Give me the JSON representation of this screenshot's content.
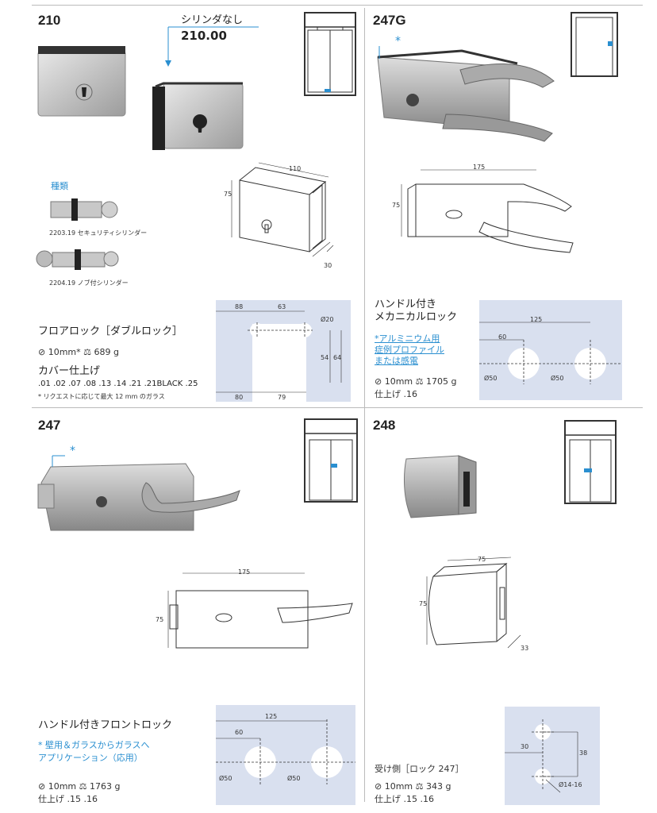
{
  "sections": {
    "s210": {
      "code": "210",
      "price_label": "シリンダなし",
      "price": "210.00",
      "variants_title": "種類",
      "variant1": "2203.19 セキュリティシリンダー",
      "variant2": "2204.19 ノブ付シリンダー",
      "name": "フロアロック［ダブルロック］",
      "spec_glass": "10mm*",
      "spec_weight": "689 g",
      "cover_title": "カバー仕上げ",
      "finishes": ".01 .02 .07 .08 .13 .14 .21 .21BLACK .25",
      "note": "* リクエストに応じて最大 12 mm のガラス",
      "dims": {
        "w": "110",
        "h": "75",
        "d": "30"
      },
      "cut": {
        "a": "88",
        "b": "63",
        "c": "Ø20",
        "d": "54",
        "e": "64",
        "f": "80",
        "g": "79"
      }
    },
    "s247g": {
      "code": "247G",
      "star": "*",
      "name_line1": "ハンドル付き",
      "name_line2": "メカニカルロック",
      "note1": "*アルミニウム用",
      "note2": "症例プロファイル",
      "note3": "または感電",
      "spec_glass": "10mm",
      "spec_weight": "1705 g",
      "finish": "仕上げ .16",
      "dims": {
        "w": "175",
        "h": "75"
      },
      "cut": {
        "a": "125",
        "b": "60",
        "c": "Ø50",
        "d": "Ø50"
      }
    },
    "s247": {
      "code": "247",
      "star": "*",
      "name": "ハンドル付きフロントロック",
      "note1": "* 壁用＆ガラスからガラスへ",
      "note2": "アプリケーション（応用）",
      "spec_glass": "10mm",
      "spec_weight": "1763 g",
      "finish": "仕上げ .15 .16",
      "dims": {
        "w": "175",
        "h": "75"
      },
      "cut": {
        "a": "125",
        "b": "60",
        "c": "Ø50",
        "d": "Ø50"
      }
    },
    "s248": {
      "code": "248",
      "name": "受け側［ロック 247］",
      "spec_glass": "10mm",
      "spec_weight": "343 g",
      "finish": "仕上げ .15 .16",
      "dims": {
        "w": "75",
        "h": "75",
        "d": "33"
      },
      "cut": {
        "a": "30",
        "b": "38",
        "c": "Ø14-16"
      }
    }
  },
  "colors": {
    "accent": "#2a8fd0",
    "panel": "#d9e0ef",
    "marker": "#2a8fd0"
  }
}
